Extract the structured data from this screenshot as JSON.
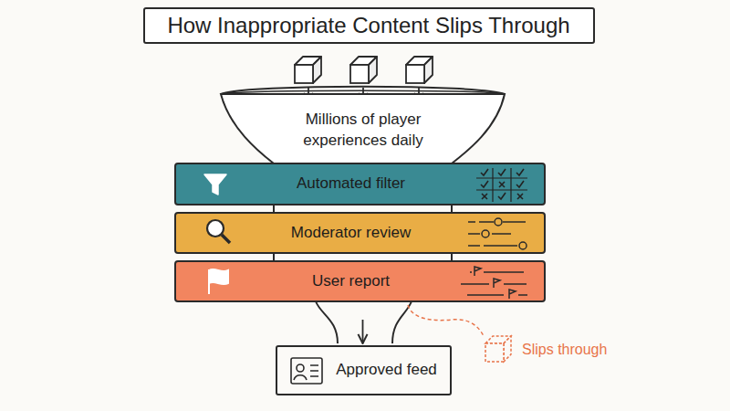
{
  "diagram": {
    "title": "How Inappropriate Content Slips Through",
    "nodes": [
      {
        "text": [
          "Millions of player experiences daily"
        ]
      },
      {
        "text": [
          "Automated filter"
        ]
      },
      {
        "text": [
          "Moderator review"
        ]
      },
      {
        "text": [
          "User report"
        ]
      },
      {
        "text": [
          "Approved feed"
        ]
      }
    ],
    "edges": [
      {
        "from": 3,
        "to": 4,
        "arrow": "to"
      }
    ],
    "labels": [
      "Slips through"
    ]
  }
}
